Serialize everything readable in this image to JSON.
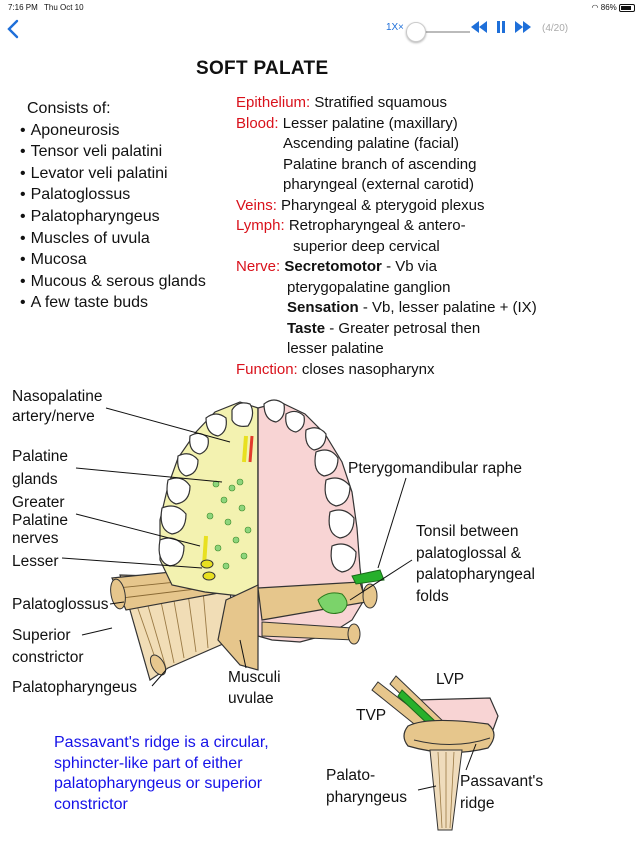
{
  "status_bar": {
    "time": "7:16 PM",
    "day": "Thu Oct 10",
    "battery": "86%"
  },
  "toolbar": {
    "back_icon": "chevron-left-icon",
    "speed": "1X",
    "rewind_icon": "rewind-icon",
    "pause_icon": "pause-icon",
    "forward_icon": "fast-forward-icon",
    "page": "(4/20)",
    "playback_progress": 0.05
  },
  "slide": {
    "title": "SOFT PALATE",
    "consists_heading": "Consists of:",
    "consists_items": [
      "Aponeurosis",
      "Tensor veli palatini",
      "Levator veli palatini",
      "Palatoglossus",
      "Palatopharyngeus",
      "Muscles of uvula",
      "Mucosa",
      "Mucous & serous glands",
      "A few taste buds"
    ],
    "info": {
      "epithelium_label": "Epithelium:",
      "epithelium_value": "Stratified squamous",
      "blood_label": "Blood:",
      "blood_lines": [
        "Lesser palatine (maxillary)",
        "Ascending palatine (facial)",
        "Palatine branch of ascending",
        "pharyngeal (external carotid)"
      ],
      "veins_label": "Veins:",
      "veins_value": "Pharyngeal & pterygoid plexus",
      "lymph_label": "Lymph:",
      "lymph_lines": [
        "Retropharyngeal & antero-",
        "superior deep cervical"
      ],
      "nerve_label": "Nerve:",
      "secretomotor_label": "Secretomotor",
      "secretomotor_value": "- Vb via",
      "secretomotor_line2": "pterygopalatine ganglion",
      "sensation_label": "Sensation",
      "sensation_value": "- Vb, lesser palatine + (IX)",
      "taste_label": "Taste",
      "taste_value": "- Greater petrosal then",
      "taste_line2": "lesser palatine",
      "function_label": "Function:",
      "function_value": "closes nasopharynx"
    },
    "diagram_labels": {
      "nasopalatine_1": "Nasopalatine",
      "nasopalatine_2": "artery/nerve",
      "palatine_glands_1": "Palatine",
      "palatine_glands_2": "glands",
      "greater_1": "Greater",
      "greater_2": "Palatine",
      "greater_3": "nerves",
      "lesser": "Lesser",
      "palatoglossus": "Palatoglossus",
      "superior_1": "Superior",
      "superior_2": "constrictor",
      "palatopharyngeus": "Palatopharyngeus",
      "musculi_1": "Musculi",
      "musculi_2": "uvulae",
      "pterygo": "Pterygomandibular raphe",
      "tonsil_1": "Tonsil between",
      "tonsil_2": "palatoglossal &",
      "tonsil_3": "palatopharyngeal",
      "tonsil_4": "folds",
      "lvp": "LVP",
      "tvp": "TVP",
      "palato_1": "Palato-",
      "palato_2": "pharyngeus",
      "passavant_1": "Passavant's",
      "passavant_2": "ridge"
    },
    "note_lines": [
      "Passavant's ridge is a circular,",
      "sphincter-like part of either",
      "palatopharyngeus or superior",
      "constrictor"
    ]
  },
  "colors": {
    "accent": "#1e6fd9",
    "red_label": "#d9111b",
    "note_blue": "#1511e8",
    "gland_yellow": "#f3f2b0",
    "mucosa_pink": "#f8d4d4",
    "muscle_tan": "#e9cd95",
    "tonsil_green": "#7bd36a"
  }
}
